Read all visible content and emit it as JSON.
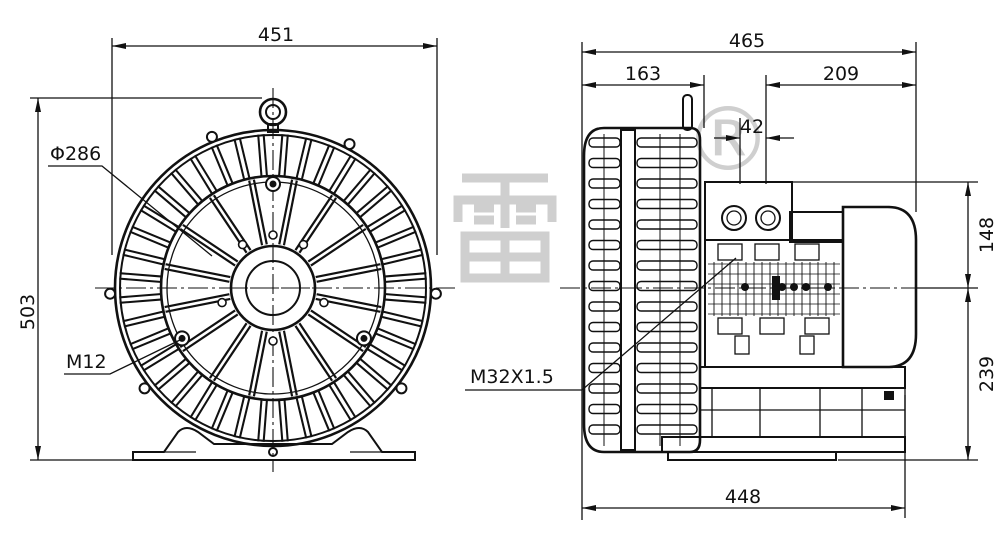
{
  "front_view": {
    "dimensions": {
      "overall_width": "451",
      "overall_height": "503"
    },
    "callouts": {
      "housing_diameter": "Φ286",
      "bolt_thread": "M12"
    }
  },
  "side_view": {
    "dimensions": {
      "overall_length": "465",
      "housing_to_terminal": "163",
      "terminal_to_end": "209",
      "gland_spacing": "42",
      "height_above_axis": "148",
      "height_below_axis": "239",
      "base_length": "448"
    },
    "callouts": {
      "cable_gland_thread": "M32X1.5"
    }
  },
  "watermark": {
    "characters": "雷",
    "mark": "®"
  },
  "colors": {
    "line": "#111111",
    "background": "#ffffff",
    "watermark": "#cfcfcf"
  }
}
